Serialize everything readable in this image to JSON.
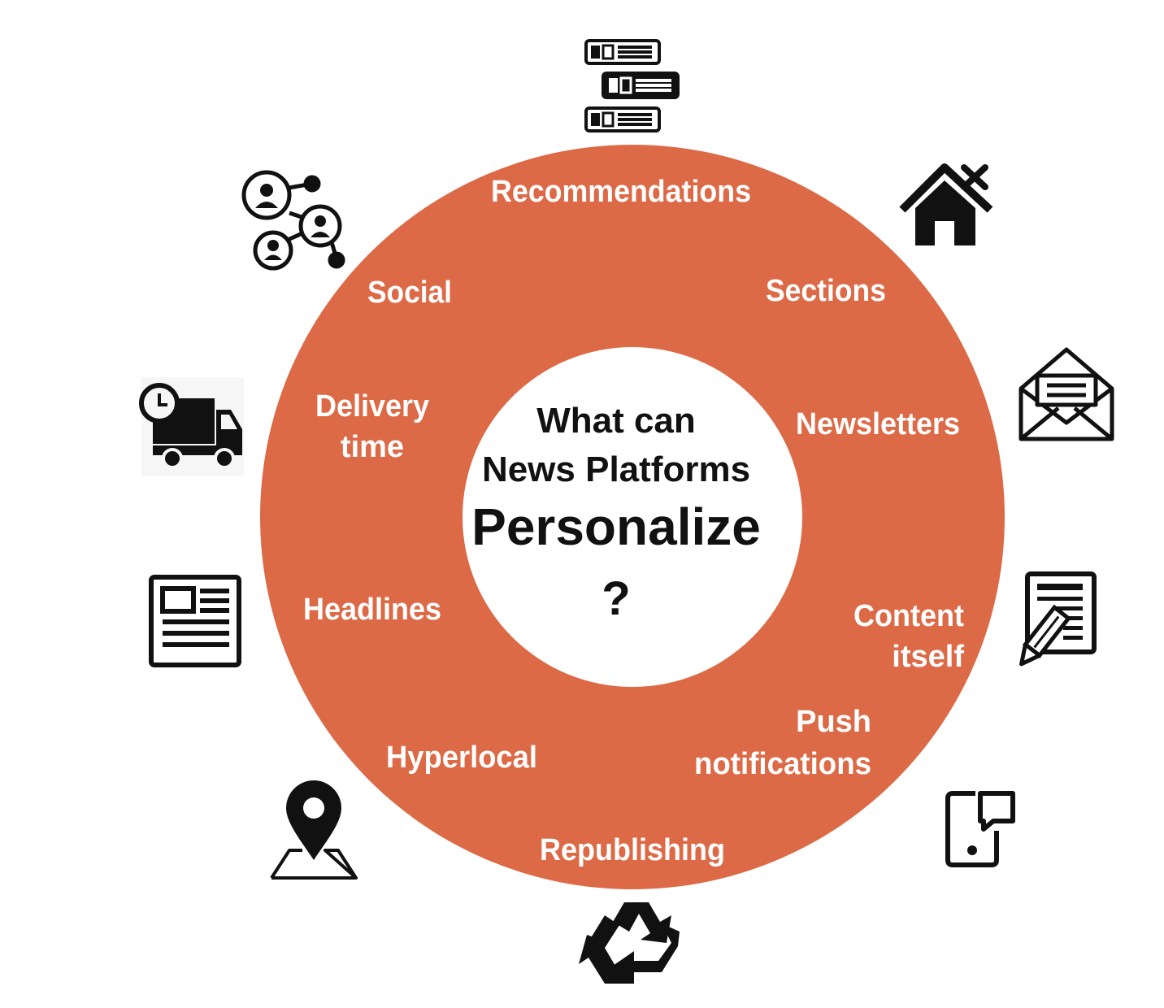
{
  "title": {
    "line1": "What can",
    "line2": "News Platforms",
    "line3": "Personalize",
    "line4": "?"
  },
  "colors": {
    "ring": "#dd6a46",
    "label": "#ffffff",
    "center_bg": "#ffffff",
    "icon": "#111111"
  },
  "segments": [
    {
      "line1": "Recommendations",
      "line2": "",
      "icon": "article-list-icon"
    },
    {
      "line1": "Sections",
      "line2": "",
      "icon": "home-remove-icon"
    },
    {
      "line1": "Newsletters",
      "line2": "",
      "icon": "envelope-icon"
    },
    {
      "line1": "Content",
      "line2": "itself",
      "icon": "document-edit-icon"
    },
    {
      "line1": "Push",
      "line2": "notifications",
      "icon": "phone-message-icon"
    },
    {
      "line1": "Republishing",
      "line2": "",
      "icon": "recycle-icon"
    },
    {
      "line1": "Hyperlocal",
      "line2": "",
      "icon": "map-pin-icon"
    },
    {
      "line1": "Headlines",
      "line2": "",
      "icon": "newspaper-icon"
    },
    {
      "line1": "Delivery",
      "line2": "time",
      "icon": "delivery-truck-icon"
    },
    {
      "line1": "Social",
      "line2": "",
      "icon": "social-network-icon"
    }
  ]
}
